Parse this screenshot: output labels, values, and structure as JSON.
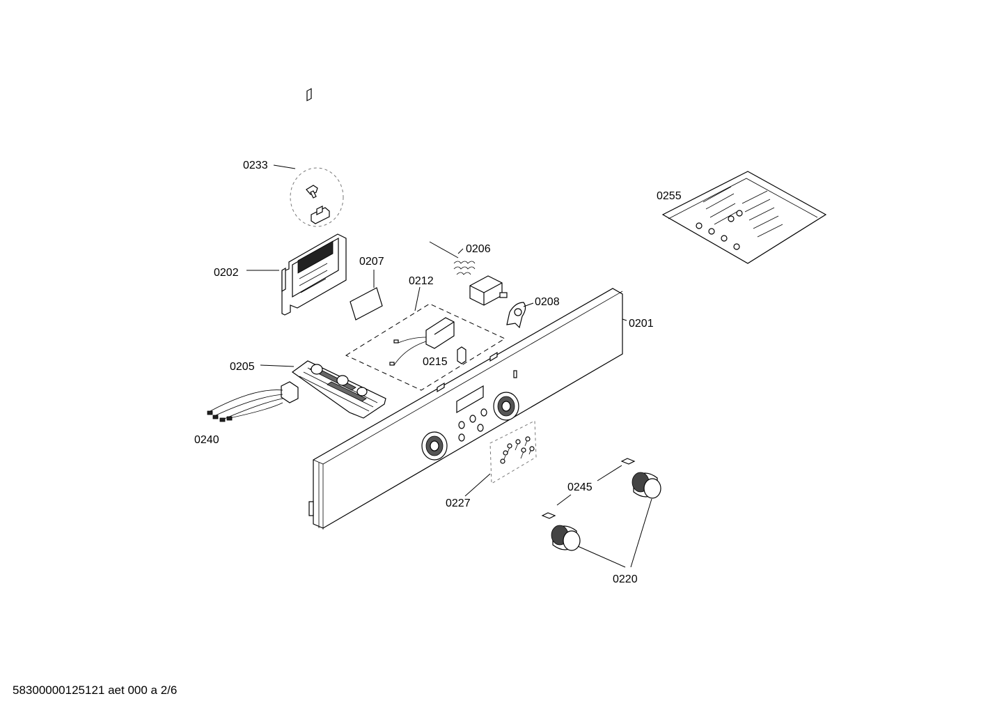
{
  "labels": {
    "p0233": "0233",
    "p0202": "0202",
    "p0207": "0207",
    "p0206": "0206",
    "p0212": "0212",
    "p0208": "0208",
    "p0201": "0201",
    "p0205": "0205",
    "p0215": "0215",
    "p0240": "0240",
    "p0227": "0227",
    "p0245": "0245",
    "p0220": "0220",
    "p0255": "0255"
  },
  "footer": "58300000125121 aet 000 a 2/6"
}
